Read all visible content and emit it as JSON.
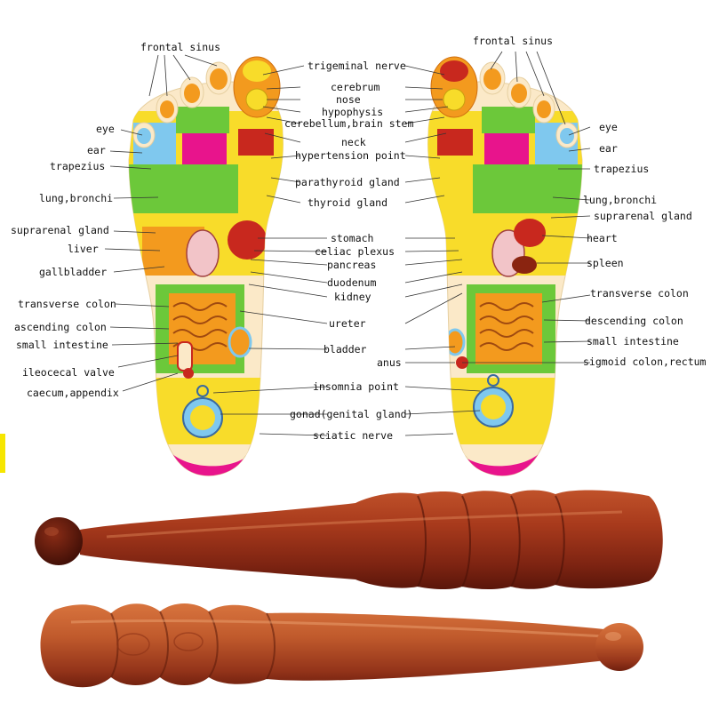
{
  "colors": {
    "sole": "#fbe9c8",
    "yellow": "#f8dc2a",
    "green": "#6cc83a",
    "magenta": "#e8148c",
    "orange": "#f39a1e",
    "blue": "#7fc8ee",
    "red": "#c8281e",
    "wood_dark": "#6a1a0c",
    "wood_mid": "#a23a1c",
    "wood_light": "#c85a2e"
  },
  "left_foot_labels": {
    "frontal_sinus": "frontal sinus",
    "eye": "eye",
    "ear": "ear",
    "trapezius": "trapezius",
    "lung_bronchi": "lung,bronchi",
    "suprarenal_gland": "suprarenal gland",
    "liver": "liver",
    "gallbladder": "gallbladder",
    "transverse_colon": "transverse colon",
    "ascending_colon": "ascending colon",
    "small_intestine": "small intestine",
    "ileocecal_valve": "ileocecal valve",
    "caecum_appendix": "caecum,appendix"
  },
  "center_labels": {
    "trigeminal_nerve": "trigeminal nerve",
    "cerebrum": "cerebrum",
    "nose": "nose",
    "hypophysis": "hypophysis",
    "cerebellum_brain_stem": "cerebellum,brain stem",
    "neck": "neck",
    "hypertension_point": "hypertension point",
    "parathyroid_gland": "parathyroid gland",
    "thyroid_gland": "thyroid gland",
    "stomach": "stomach",
    "celiac_plexus": "celiac plexus",
    "pancreas": "pancreas",
    "duodenum": "duodenum",
    "kidney": "kidney",
    "ureter": "ureter",
    "bladder": "bladder",
    "anus": "anus",
    "insomnia_point": "insomnia point",
    "gonad": "gonad(genital gland)",
    "sciatic_nerve": "sciatic nerve"
  },
  "right_foot_labels": {
    "frontal_sinus": "frontal sinus",
    "eye": "eye",
    "ear": "ear",
    "trapezius": "trapezius",
    "lung_bronchi": "lung,bronchi",
    "suprarenal_gland": "suprarenal gland",
    "heart": "heart",
    "spleen": "spleen",
    "transverse_colon": "transverse colon",
    "descending_colon": "descending colon",
    "small_intestine": "small intestine",
    "sigmoid_colon_rectum": "sigmoid colon,rectum"
  }
}
